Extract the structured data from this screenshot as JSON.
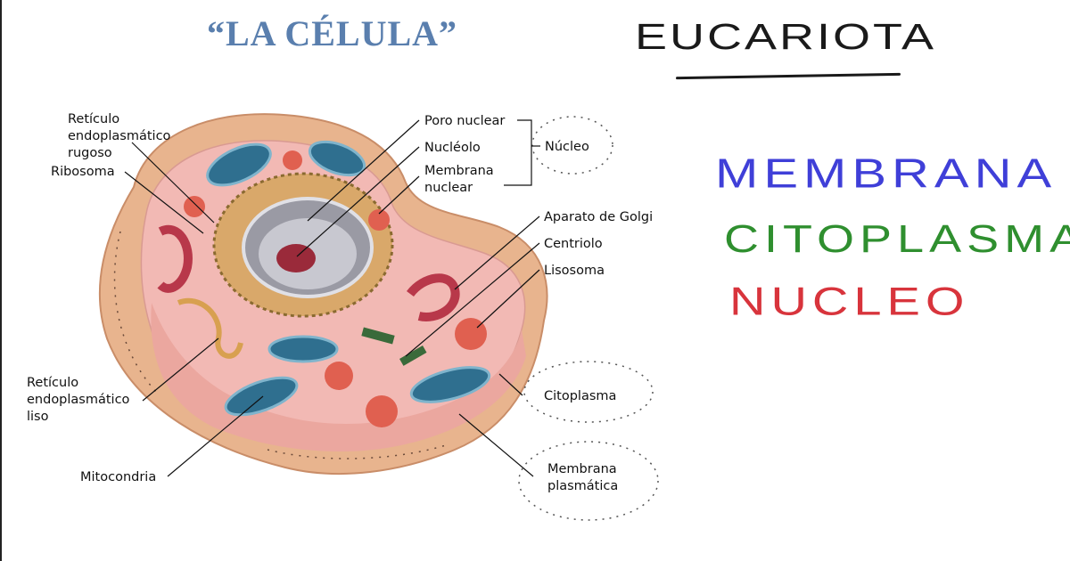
{
  "title": "“LA CÉLULA”",
  "notes": {
    "eucariota": "EUCARIOTA",
    "membrana": "MEMBRANA",
    "citoplasma": "CITOPLASMA",
    "nucleo": "NUCLEO"
  },
  "labels": {
    "reticulo_rugoso_1": "Retículo",
    "reticulo_rugoso_2": "endoplasmático",
    "reticulo_rugoso_3": "rugoso",
    "ribosoma": "Ribosoma",
    "poro_nuclear": "Poro nuclear",
    "nucleolo": "Nucléolo",
    "membrana_nuclear_1": "Membrana",
    "membrana_nuclear_2": "nuclear",
    "nucleo": "Núcleo",
    "aparato_golgi": "Aparato de Golgi",
    "centriolo": "Centriolo",
    "lisosoma": "Lisosoma",
    "reticulo_liso_1": "Retículo",
    "reticulo_liso_2": "endoplasmático",
    "reticulo_liso_3": "liso",
    "citoplasma": "Citoplasma",
    "mitocondria": "Mitocondria",
    "membrana_plasmatica_1": "Membrana",
    "membrana_plasmatica_2": "plasmática"
  },
  "colors": {
    "title": "#5a7fae",
    "membrana": "#3f3fd8",
    "citoplasma": "#2f8f2f",
    "nucleo": "#d8343c",
    "cell_outer": "#e8b48e",
    "cytoplasm": "#f2b9b4",
    "mitochondria": "#2f6f8f"
  }
}
